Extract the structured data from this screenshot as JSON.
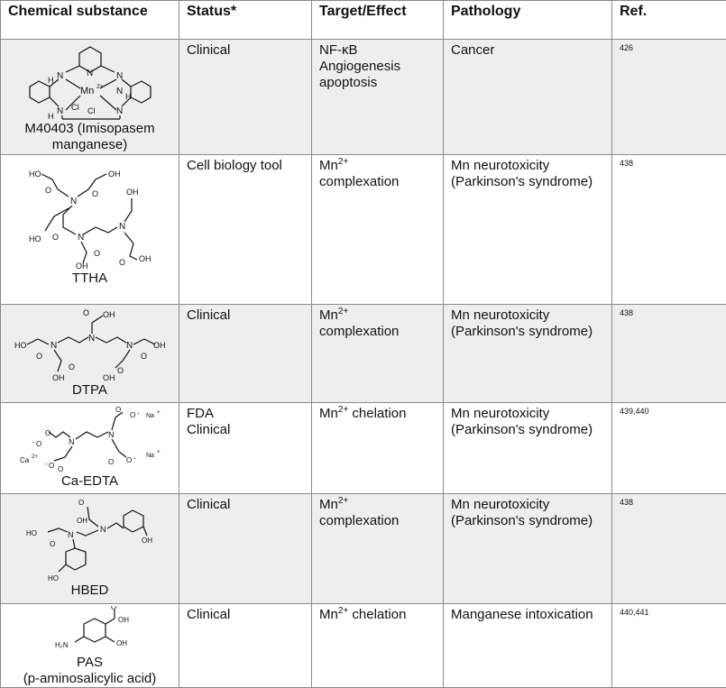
{
  "headers": {
    "substance": "Chemical substance",
    "status": "Status*",
    "target": "Target/Effect",
    "pathology": "Pathology",
    "ref": "Ref."
  },
  "rows": [
    {
      "name_line1": "M40403 (Imisopasem",
      "name_line2": "manganese)",
      "status_line1": "Clinical",
      "status_line2": "",
      "target_line1": "NF-κB",
      "target_line2": "Angiogenesis",
      "target_line3": "apoptosis",
      "pathology_line1": "Cancer",
      "pathology_line2": "",
      "ref": "426",
      "structure_labels": {
        "N": "N",
        "Mn": "Mn",
        "charge": "2+",
        "Cl1": "Cl",
        "Cl2": "Cl",
        "H1": "H",
        "H2": "H",
        "H3": "H"
      }
    },
    {
      "name_line1": "TTHA",
      "status_line1": "Cell biology tool",
      "target_line1": "Mn",
      "target_sup": "2+",
      "target_line2": "complexation",
      "pathology_line1": "Mn neurotoxicity",
      "pathology_line2": "(Parkinson's syndrome)",
      "ref": "438",
      "structure_labels": {
        "HO": "HO",
        "OH": "OH",
        "N": "N",
        "O": "O"
      }
    },
    {
      "name_line1": "DTPA",
      "status_line1": "Clinical",
      "target_line1": "Mn",
      "target_sup": "2+",
      "target_line2": "complexation",
      "pathology_line1": "Mn neurotoxicity",
      "pathology_line2": "(Parkinson's syndrome)",
      "ref": "438",
      "structure_labels": {
        "HO": "HO",
        "OH": "OH",
        "N": "N",
        "O": "O"
      }
    },
    {
      "name_line1": "Ca-EDTA",
      "status_line1": "FDA",
      "status_line2": "Clinical",
      "target_line1": "Mn",
      "target_sup": "2+",
      "target_tail": " chelation",
      "pathology_line1": "Mn neurotoxicity",
      "pathology_line2": "(Parkinson's syndrome)",
      "ref": "439,440",
      "structure_labels": {
        "Na": "Na",
        "plus": "+",
        "Ca": "Ca",
        "ca_charge": "2+",
        "O": "O",
        "N": "N",
        "minus": "-"
      }
    },
    {
      "name_line1": "HBED",
      "status_line1": "Clinical",
      "target_line1": "Mn",
      "target_sup": "2+",
      "target_line2": "complexation",
      "pathology_line1": "Mn neurotoxicity",
      "pathology_line2": "(Parkinson's syndrome)",
      "ref": "438",
      "structure_labels": {
        "HO": "HO",
        "OH": "OH",
        "N": "N",
        "O": "O"
      }
    },
    {
      "name_line1": "PAS",
      "name_line2": "(p-aminosalicylic acid)",
      "status_line1": "Clinical",
      "target_line1": "Mn",
      "target_sup": "2+",
      "target_tail": " chelation",
      "pathology_line1": "Manganese intoxication",
      "ref": "440,441",
      "structure_labels": {
        "H2N": "H₂N",
        "OH": "OH",
        "O": "O"
      }
    }
  ]
}
